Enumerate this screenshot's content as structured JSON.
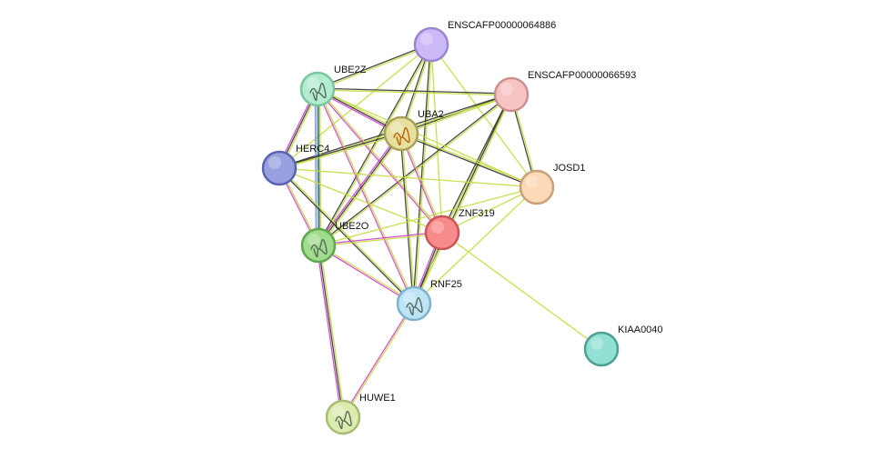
{
  "nodes": [
    {
      "id": "ENSCAFP00000064886",
      "label": "ENSCAFP00000064886",
      "color": "#cbbaf7",
      "stroke": "#9a86cf",
      "structure": false
    },
    {
      "id": "ENSCAFP00000066593",
      "label": "ENSCAFP00000066593",
      "color": "#f7c4c4",
      "stroke": "#c99090",
      "structure": false
    },
    {
      "id": "UBE2Z",
      "label": "UBE2Z",
      "color": "#b4ecd0",
      "stroke": "#78c79e",
      "structure": true
    },
    {
      "id": "UBA2",
      "label": "UBA2",
      "color": "#e6df9e",
      "stroke": "#a8a15a",
      "structure": true
    },
    {
      "id": "HERC4",
      "label": "HERC4",
      "color": "#98a0e0",
      "stroke": "#5a63b0",
      "structure": false
    },
    {
      "id": "JOSD1",
      "label": "JOSD1",
      "color": "#fbd9b6",
      "stroke": "#c9a07a",
      "structure": false
    },
    {
      "id": "ZNF319",
      "label": "ZNF319",
      "color": "#f78a8a",
      "stroke": "#c95656",
      "structure": false
    },
    {
      "id": "UBE2O",
      "label": "UBE2O",
      "color": "#a0dc8c",
      "stroke": "#5fa64c",
      "structure": true
    },
    {
      "id": "RNF25",
      "label": "RNF25",
      "color": "#bde4f6",
      "stroke": "#7fb2cc",
      "structure": true
    },
    {
      "id": "KIAA0040",
      "label": "KIAA0040",
      "color": "#92e0d4",
      "stroke": "#4e9e92",
      "structure": false
    },
    {
      "id": "HUWE1",
      "label": "HUWE1",
      "color": "#dcebb0",
      "stroke": "#a6bd72",
      "structure": true
    }
  ],
  "edge_colors": {
    "textmining": "#c4dc3c",
    "coexpression": "#333333",
    "experiments": "#d43cd4",
    "database": "#3cbcd4",
    "homology": "#8c8cd4"
  },
  "edges": [
    {
      "source": "ENSCAFP00000064886",
      "target": "UBE2Z",
      "types": [
        "textmining",
        "coexpression"
      ]
    },
    {
      "source": "ENSCAFP00000064886",
      "target": "UBA2",
      "types": [
        "textmining",
        "coexpression"
      ]
    },
    {
      "source": "ENSCAFP00000064886",
      "target": "HERC4",
      "types": [
        "textmining"
      ]
    },
    {
      "source": "ENSCAFP00000064886",
      "target": "UBE2O",
      "types": [
        "textmining",
        "coexpression"
      ]
    },
    {
      "source": "ENSCAFP00000064886",
      "target": "RNF25",
      "types": [
        "textmining",
        "coexpression"
      ]
    },
    {
      "source": "ENSCAFP00000064886",
      "target": "ZNF319",
      "types": [
        "textmining"
      ]
    },
    {
      "source": "ENSCAFP00000064886",
      "target": "JOSD1",
      "types": [
        "textmining"
      ]
    },
    {
      "source": "ENSCAFP00000066593",
      "target": "UBE2Z",
      "types": [
        "textmining",
        "coexpression"
      ]
    },
    {
      "source": "ENSCAFP00000066593",
      "target": "UBA2",
      "types": [
        "textmining",
        "coexpression"
      ]
    },
    {
      "source": "ENSCAFP00000066593",
      "target": "HERC4",
      "types": [
        "textmining",
        "coexpression"
      ]
    },
    {
      "source": "ENSCAFP00000066593",
      "target": "JOSD1",
      "types": [
        "textmining",
        "coexpression"
      ]
    },
    {
      "source": "ENSCAFP00000066593",
      "target": "ZNF319",
      "types": [
        "textmining",
        "coexpression"
      ]
    },
    {
      "source": "ENSCAFP00000066593",
      "target": "RNF25",
      "types": [
        "textmining",
        "coexpression"
      ]
    },
    {
      "source": "ENSCAFP00000066593",
      "target": "UBE2O",
      "types": [
        "textmining",
        "coexpression"
      ]
    },
    {
      "source": "UBE2Z",
      "target": "UBA2",
      "types": [
        "textmining",
        "coexpression",
        "experiments"
      ]
    },
    {
      "source": "UBE2Z",
      "target": "HERC4",
      "types": [
        "textmining",
        "coexpression",
        "experiments"
      ]
    },
    {
      "source": "UBE2Z",
      "target": "UBE2O",
      "types": [
        "textmining",
        "coexpression",
        "database",
        "homology"
      ]
    },
    {
      "source": "UBE2Z",
      "target": "ZNF319",
      "types": [
        "textmining",
        "experiments"
      ]
    },
    {
      "source": "UBE2Z",
      "target": "RNF25",
      "types": [
        "textmining",
        "experiments"
      ]
    },
    {
      "source": "UBE2Z",
      "target": "JOSD1",
      "types": [
        "textmining"
      ]
    },
    {
      "source": "UBA2",
      "target": "HERC4",
      "types": [
        "textmining",
        "coexpression"
      ]
    },
    {
      "source": "UBA2",
      "target": "JOSD1",
      "types": [
        "textmining",
        "coexpression"
      ]
    },
    {
      "source": "UBA2",
      "target": "ZNF319",
      "types": [
        "textmining",
        "experiments"
      ]
    },
    {
      "source": "UBA2",
      "target": "UBE2O",
      "types": [
        "textmining",
        "coexpression",
        "experiments"
      ]
    },
    {
      "source": "UBA2",
      "target": "RNF25",
      "types": [
        "textmining",
        "coexpression"
      ]
    },
    {
      "source": "HERC4",
      "target": "UBE2O",
      "types": [
        "textmining",
        "experiments"
      ]
    },
    {
      "source": "HERC4",
      "target": "RNF25",
      "types": [
        "textmining",
        "coexpression"
      ]
    },
    {
      "source": "HERC4",
      "target": "ZNF319",
      "types": [
        "textmining"
      ]
    },
    {
      "source": "HERC4",
      "target": "JOSD1",
      "types": [
        "textmining"
      ]
    },
    {
      "source": "JOSD1",
      "target": "ZNF319",
      "types": [
        "textmining"
      ]
    },
    {
      "source": "JOSD1",
      "target": "UBE2O",
      "types": [
        "textmining"
      ]
    },
    {
      "source": "JOSD1",
      "target": "RNF25",
      "types": [
        "textmining"
      ]
    },
    {
      "source": "ZNF319",
      "target": "UBE2O",
      "types": [
        "textmining",
        "experiments"
      ]
    },
    {
      "source": "ZNF319",
      "target": "RNF25",
      "types": [
        "textmining",
        "coexpression",
        "experiments"
      ]
    },
    {
      "source": "ZNF319",
      "target": "KIAA0040",
      "types": [
        "textmining"
      ]
    },
    {
      "source": "UBE2O",
      "target": "RNF25",
      "types": [
        "textmining",
        "experiments"
      ]
    },
    {
      "source": "UBE2O",
      "target": "HUWE1",
      "types": [
        "textmining",
        "coexpression",
        "experiments"
      ]
    },
    {
      "source": "RNF25",
      "target": "HUWE1",
      "types": [
        "textmining",
        "experiments"
      ]
    }
  ]
}
